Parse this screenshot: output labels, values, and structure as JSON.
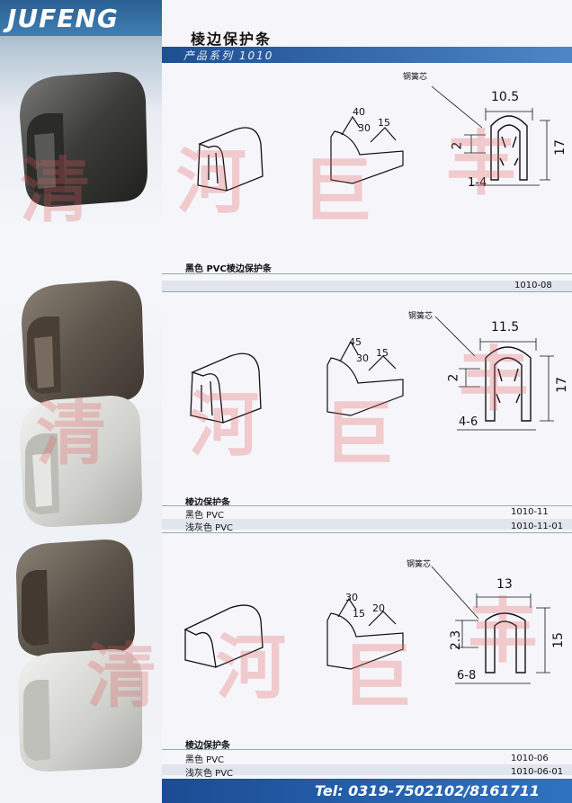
{
  "brand": "JUFENG",
  "header": {
    "title": "棱边保护条",
    "subtitle": "产品系列 1010"
  },
  "sections": [
    {
      "diagram": {
        "core_label": "钢簧芯",
        "width": "10.5",
        "height": "17",
        "gap": "2",
        "thickness": "1-4",
        "angles": [
          "40",
          "30",
          "15"
        ]
      },
      "rows": [
        {
          "name": "黑色 PVC棱边保护条",
          "code": ""
        },
        {
          "name": "",
          "code": "1010-08"
        }
      ]
    },
    {
      "diagram": {
        "core_label": "钢簧芯",
        "width": "11.5",
        "height": "17",
        "gap": "2",
        "thickness": "4-6",
        "angles": [
          "45",
          "30",
          "15"
        ]
      },
      "heading": "棱边保护条",
      "rows": [
        {
          "name": "黑色 PVC",
          "code": "1010-11"
        },
        {
          "name": "浅灰色 PVC",
          "code": "1010-11-01"
        }
      ]
    },
    {
      "diagram": {
        "core_label": "钢簧芯",
        "width": "13",
        "height": "15",
        "gap": "2.3",
        "thickness": "6-8",
        "angles": [
          "30",
          "15",
          "20"
        ]
      },
      "heading": "棱边保护条",
      "rows": [
        {
          "name": "黑色 PVC",
          "code": "1010-06"
        },
        {
          "name": "浅灰色 PVC",
          "code": "1010-06-01"
        }
      ]
    }
  ],
  "footer": {
    "tel": "Tel: 0319-7502102/8161711"
  },
  "watermark": [
    "清",
    "河",
    "巨",
    "丰"
  ],
  "colors": {
    "brand_blue": "#2a5f92",
    "watermark": "#e25858"
  }
}
